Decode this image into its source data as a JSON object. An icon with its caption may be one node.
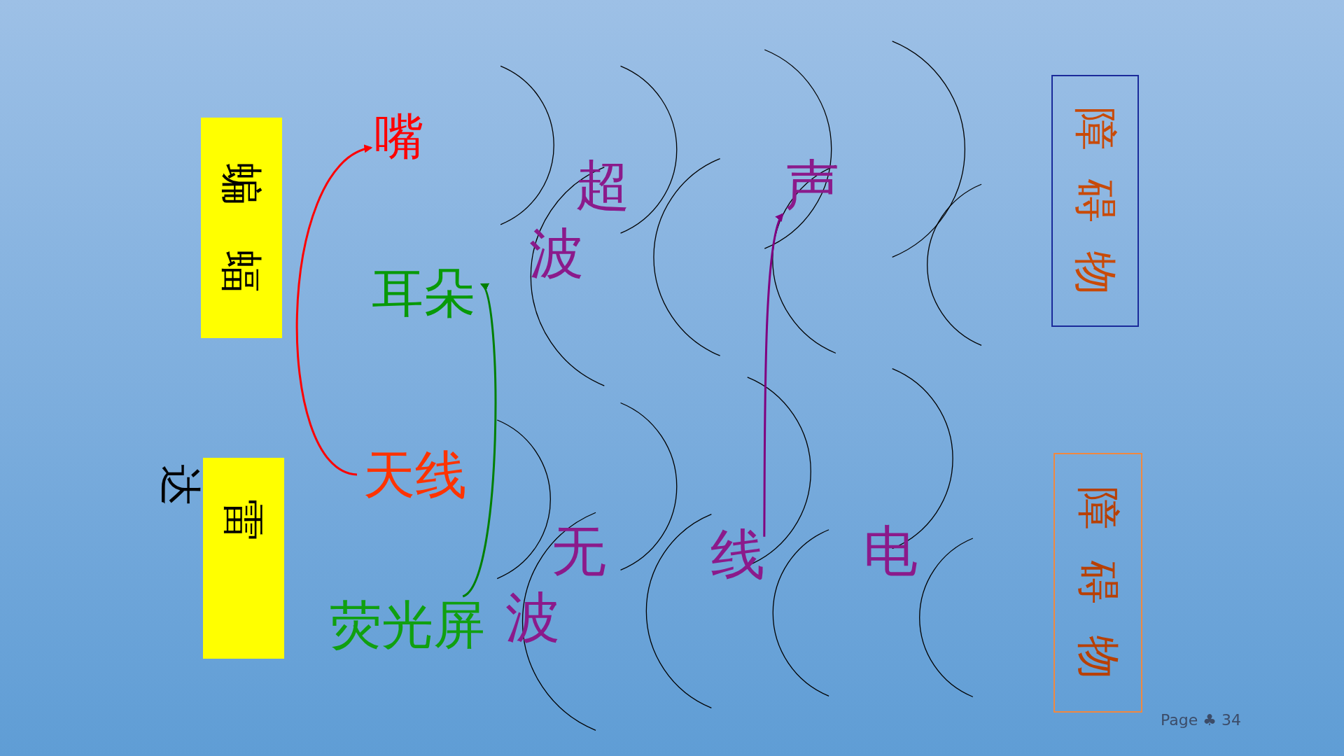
{
  "diagram": {
    "nodes": [
      {
        "text": [
          "蝙蝠"
        ]
      },
      {
        "text": [
          "雷"
        ],
        "beside": [
          "达"
        ]
      },
      {
        "text": [
          "嘴"
        ]
      },
      {
        "text": [
          "耳朵"
        ]
      },
      {
        "text": [
          "天线"
        ]
      },
      {
        "text": [
          "荧光屏"
        ]
      },
      {
        "text": [
          "声"
        ]
      },
      {
        "text": [
          "线"
        ]
      },
      {
        "text": [
          "障碍物"
        ]
      },
      {
        "text": [
          "障碍物"
        ]
      }
    ],
    "edges": [
      {
        "from": 4,
        "to": 2,
        "arrow": "to",
        "color": "#ff0000"
      },
      {
        "from": 5,
        "to": 3,
        "arrow": "to",
        "color": "#008000"
      },
      {
        "from": 7,
        "to": 6,
        "arrow": "to",
        "color": "#800080"
      }
    ],
    "labels": [
      "超",
      "波",
      "无",
      "电",
      "波",
      "Page ♣ 34"
    ]
  }
}
